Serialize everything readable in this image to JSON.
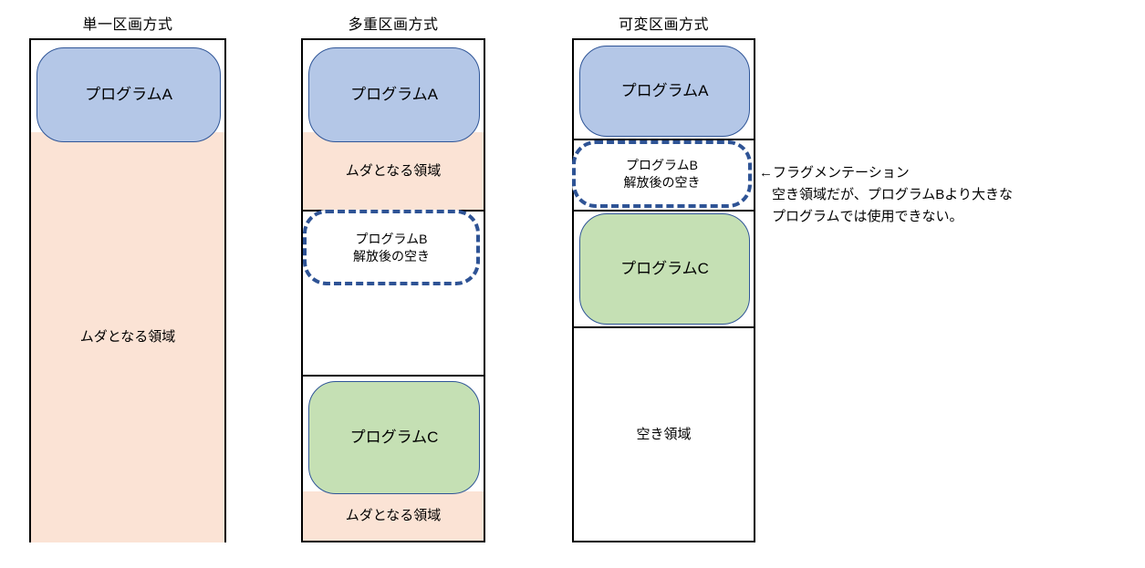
{
  "diagram": {
    "title_font_note": "",
    "columns": [
      {
        "id": "single-partition",
        "title": "単一区画方式",
        "blocks": [
          {
            "kind": "program",
            "style": "blue",
            "label": "プログラムA"
          },
          {
            "kind": "band",
            "style": "peach",
            "label": "ムダとなる領域"
          }
        ]
      },
      {
        "id": "multi-partition",
        "title": "多重区画方式",
        "blocks": [
          {
            "kind": "program",
            "style": "blue",
            "label": "プログラムA"
          },
          {
            "kind": "band",
            "style": "peach",
            "label": "ムダとなる領域"
          },
          {
            "kind": "program",
            "style": "dashed",
            "label_line1": "プログラムB",
            "label_line2": "解放後の空き"
          },
          {
            "kind": "band",
            "style": "white",
            "label": ""
          },
          {
            "kind": "program",
            "style": "green",
            "label": "プログラムC"
          },
          {
            "kind": "band",
            "style": "peach",
            "label": "ムダとなる領域"
          }
        ]
      },
      {
        "id": "variable-partition",
        "title": "可変区画方式",
        "blocks": [
          {
            "kind": "program",
            "style": "blue",
            "label": "プログラムA"
          },
          {
            "kind": "program",
            "style": "dashed",
            "label_line1": "プログラムB",
            "label_line2": "解放後の空き"
          },
          {
            "kind": "program",
            "style": "green",
            "label": "プログラムC"
          },
          {
            "kind": "band",
            "style": "white",
            "label": "空き領域"
          }
        ]
      }
    ],
    "annotation": {
      "arrow": "←",
      "line1": "フラグメンテーション",
      "line2": "空き領域だが、プログラムBより大きな",
      "line3": "プログラムでは使用できない。"
    },
    "colors": {
      "program_blue_fill": "#B4C7E7",
      "program_green_fill": "#C5E0B4",
      "wasted_area_fill": "#FBE3D5",
      "free_area_fill": "#FFFFFF",
      "outline": "#000000",
      "dashed_outline": "#2E5395",
      "program_outline": "#2F5597"
    }
  }
}
